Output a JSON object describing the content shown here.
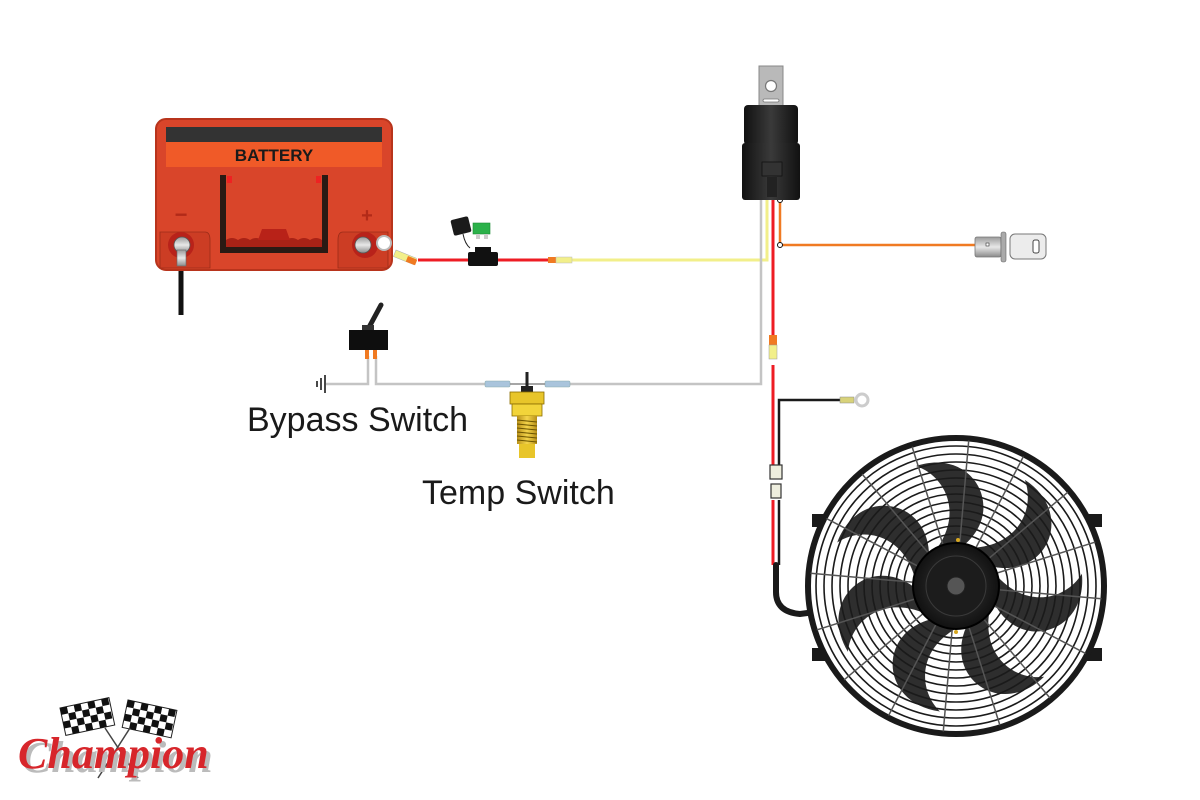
{
  "diagram": {
    "title": "Electric Fan Wiring Diagram",
    "components": {
      "battery": {
        "label": "BATTERY",
        "negative_symbol": "−",
        "positive_symbol": "+"
      },
      "fuse": {
        "type": "inline blade fuse holder"
      },
      "relay": {
        "type": "relay"
      },
      "ignition": {
        "type": "ignition key switch"
      },
      "bypass_switch": {
        "label": "Bypass Switch"
      },
      "temp_switch": {
        "label": "Temp Switch"
      },
      "fan": {
        "type": "electric cooling fan"
      },
      "ground": {
        "type": "ground symbol"
      }
    },
    "wire_colors": {
      "red": "#ee1c24",
      "yellow": "#f2ef8a",
      "gray": "#c4c4c4",
      "orange": "#f07a22",
      "black": "#1a1a1a"
    },
    "battery_colors": {
      "body": "#d9452a",
      "label_band": "#f05a28",
      "top_band": "#333333"
    },
    "logo": {
      "text": "Champion",
      "color": "#d7262b"
    }
  }
}
